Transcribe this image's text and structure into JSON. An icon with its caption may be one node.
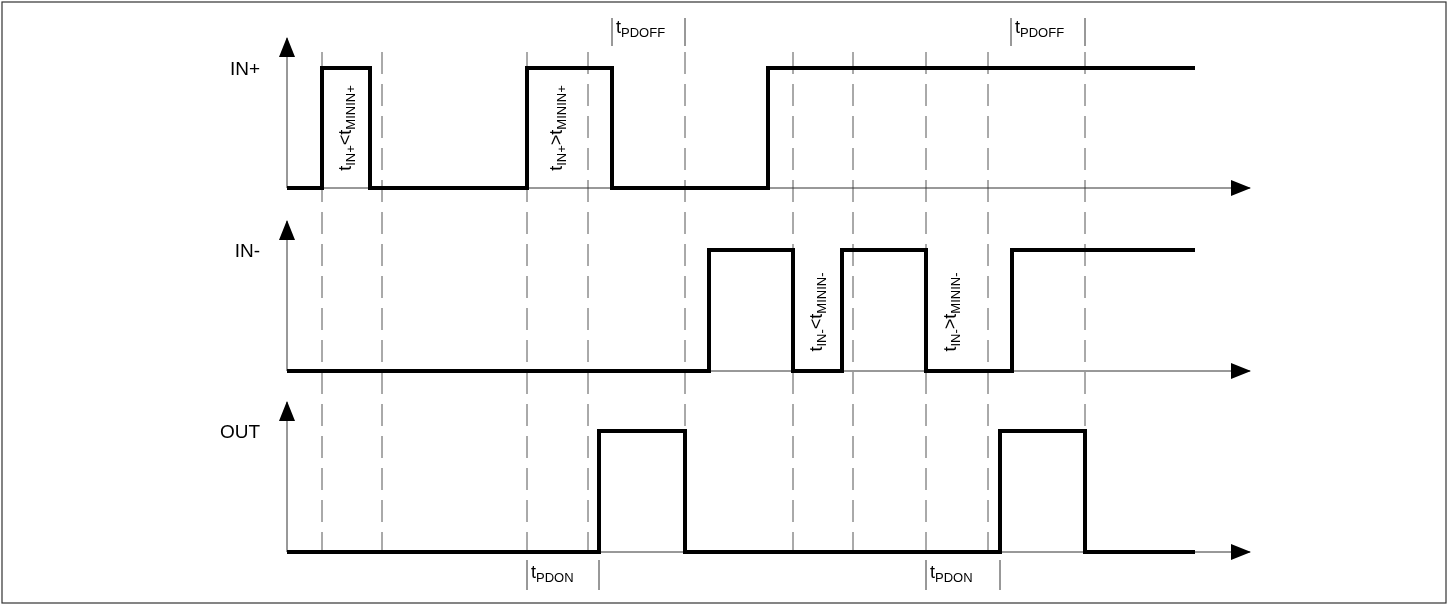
{
  "diagram": {
    "labels": [
      "t$_{PDOFF}$",
      "t$_{PDOFF}$",
      "IN+",
      "t$_{IN+}$<t$_{MININ+}$",
      "t$_{IN+}$>t$_{MININ+}$",
      "IN-",
      "t$_{IN-}$<t$_{MININ-}$",
      "t$_{IN-}$>t$_{MININ-}$",
      "OUT",
      "t$_{PDON}$",
      "t$_{PDON}$"
    ]
  }
}
